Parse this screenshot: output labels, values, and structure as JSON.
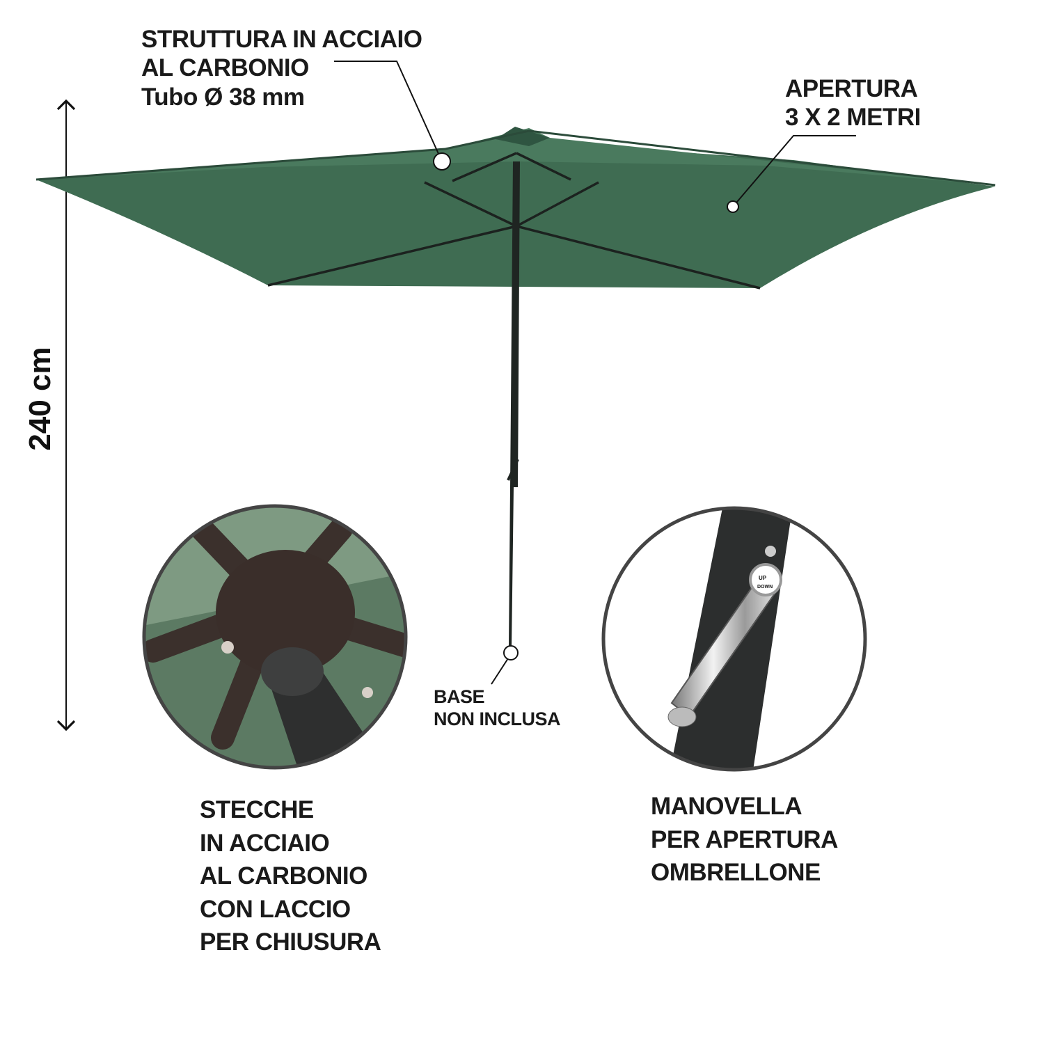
{
  "callouts": {
    "structure": {
      "line1": "STRUTTURA IN ACCIAIO",
      "line2": "AL CARBONIO",
      "line3": "Tubo Ø 38 mm"
    },
    "opening": {
      "line1": "APERTURA",
      "line2": "3 X 2 METRI"
    },
    "base": {
      "line1": "BASE",
      "line2": "NON INCLUSA"
    },
    "slats": {
      "line1": "STECCHE",
      "line2": "IN ACCIAIO",
      "line3": "AL CARBONIO",
      "line4": "CON LACCIO",
      "line5": "PER CHIUSURA"
    },
    "crank": {
      "line1": "MANOVELLA",
      "line2": "PER APERTURA",
      "line3": "OMBRELLONE"
    }
  },
  "height_label": "240 cm",
  "crank_badge": {
    "up": "UP",
    "down": "DOWN"
  },
  "colors": {
    "canopy": "#3f6c52",
    "canopy_dark": "#2f5541",
    "pole": "#1f2522",
    "text": "#1a1a1a"
  }
}
